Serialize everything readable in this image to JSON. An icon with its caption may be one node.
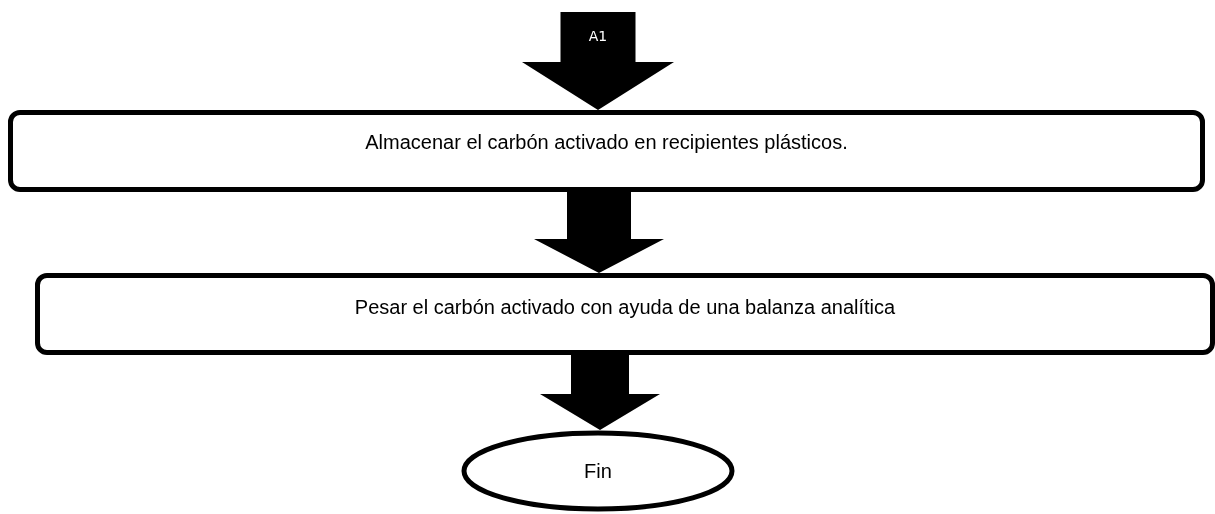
{
  "diagram": {
    "nodes": [
      {
        "text": [
          "Almacenar el carbón activado en recipientes plásticos."
        ]
      },
      {
        "text": [
          "Pesar el carbón activado con ayuda de una balanza analítica"
        ]
      },
      {
        "text": [
          "Fin"
        ]
      }
    ],
    "edges": [
      {
        "from": null,
        "to": 0,
        "arrow": "to",
        "label": "A1",
        "style": "thick"
      },
      {
        "from": 0,
        "to": 1,
        "arrow": "to",
        "style": "thick"
      },
      {
        "from": 1,
        "to": 2,
        "arrow": "to",
        "style": "thick"
      }
    ]
  }
}
